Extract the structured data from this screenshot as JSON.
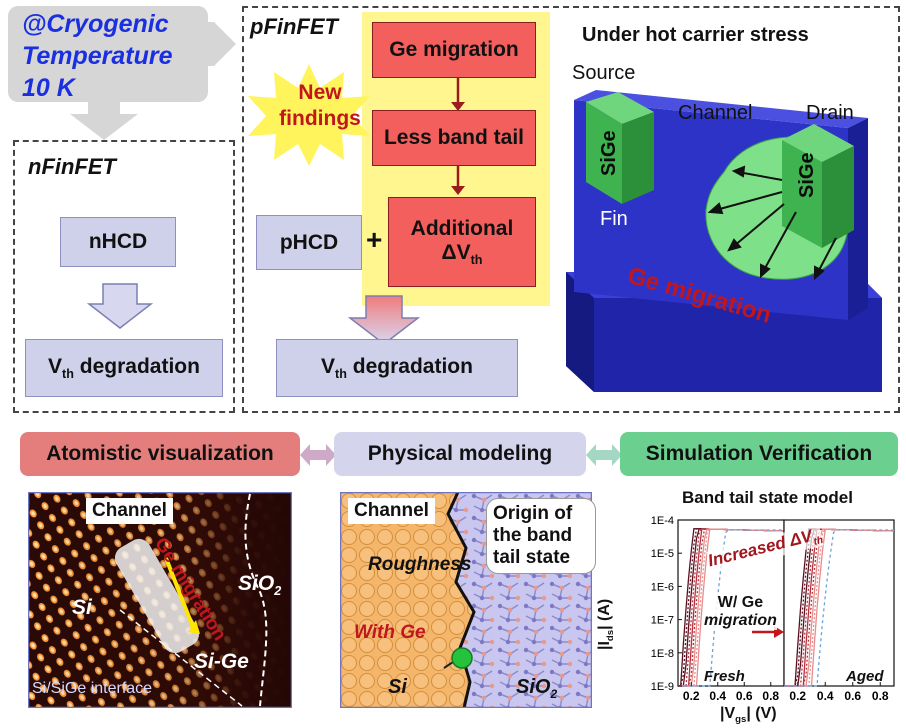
{
  "cryo": {
    "line1": "@Cryogenic",
    "line2": "Temperature",
    "line3": "10 K"
  },
  "nfinfet": {
    "title": "nFinFET",
    "hcd": "nHCD",
    "vth": "V",
    "vth_sub": "th",
    "vth_rest": " degradation"
  },
  "pfinfet": {
    "title": "pFinFET",
    "new_findings_1": "New",
    "new_findings_2": "findings",
    "ge_migration": "Ge migration",
    "less_band_tail": "Less band tail",
    "additional_1": "Additional",
    "additional_2": "ΔV",
    "additional_sub": "th",
    "phcd": "pHCD",
    "plus": "+",
    "vth": "V",
    "vth_sub": "th",
    "vth_rest": " degradation"
  },
  "device": {
    "title": "Under hot carrier stress",
    "source": "Source",
    "channel": "Channel",
    "drain": "Drain",
    "sige_left": "SiGe",
    "sige_right": "SiGe",
    "fin": "Fin",
    "ge_migration": "Ge migration"
  },
  "bars": {
    "atomistic": "Atomistic visualization",
    "physical": "Physical modeling",
    "simulation": "Simulation Verification"
  },
  "atomistic": {
    "channel": "Channel",
    "ge_migration": "Ge migration",
    "si": "Si",
    "sio2": "SiO",
    "sio2_sub": "2",
    "sige": "Si-Ge",
    "interface": "Si/SiGe interface"
  },
  "modeling": {
    "channel": "Channel",
    "roughness": "Roughness",
    "with_ge": "With Ge",
    "si": "Si",
    "sio2": "SiO",
    "sio2_sub": "2",
    "origin_1": "Origin of",
    "origin_2": "the band",
    "origin_3": "tail state"
  },
  "colors": {
    "red_box": "#f25f5c",
    "lavender": "#cfd0ea",
    "yellow": "#fff68f",
    "fin_blue": "#2e33c8",
    "sige_green": "#3fb34f"
  },
  "chart_data": {
    "type": "line",
    "title": "Band tail state model",
    "xlabel": "|V_gs| (V)",
    "ylabel": "|I_ds| (A)",
    "yscale": "log",
    "ylim": [
      1e-09,
      0.0001
    ],
    "y_ticks": [
      "1E-9",
      "1E-8",
      "1E-7",
      "1E-6",
      "1E-5",
      "1E-4"
    ],
    "x_ticks": [
      "0.2",
      "0.4",
      "0.6",
      "0.8"
    ],
    "xlim": [
      0.1,
      0.9
    ],
    "panels": [
      {
        "label": "Fresh",
        "x_ticks": [
          "0.2",
          "0.4",
          "0.6",
          "0.8"
        ]
      },
      {
        "label": "Aged",
        "x_ticks": [
          "0.2",
          "0.4",
          "0.6",
          "0.8"
        ]
      }
    ],
    "annotations": [
      "Increased ΔV",
      "W/ Ge",
      "migration"
    ],
    "annotation_sub": "th"
  }
}
